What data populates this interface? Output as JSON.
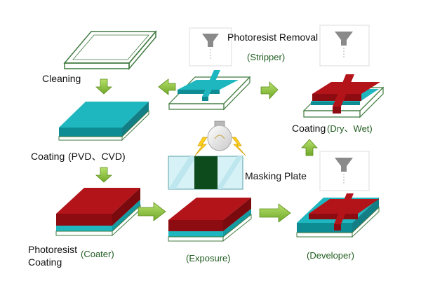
{
  "labels": {
    "cleaning": "Cleaning",
    "coating_pvd": "Coating",
    "coating_pvd_suffix": "(PVD、CVD)",
    "photoresist_line1": "Photoresist",
    "photoresist_line2": "Coating",
    "coater": "(Coater)",
    "exposure": "(Exposure)",
    "developer": "(Developer)",
    "masking_plate": "Masking Plate",
    "coating_dry": "Coating",
    "coating_dry_suffix": "(Dry、Wet)",
    "photoresist_removal": "Photoresist Removal",
    "stripper": "(Stripper)"
  },
  "colors": {
    "cyan": "#1fb7bf",
    "red": "#a30f14",
    "green_arrow": "#8cc63f",
    "outline": "#3f7a3f",
    "label_green": "#1f5c1f"
  },
  "icons": [
    "funnel-icon",
    "lightbulb-icon",
    "lightning-bolt-icon",
    "arrow-right-icon",
    "arrow-down-icon",
    "arrow-up-icon",
    "arrow-left-icon"
  ]
}
